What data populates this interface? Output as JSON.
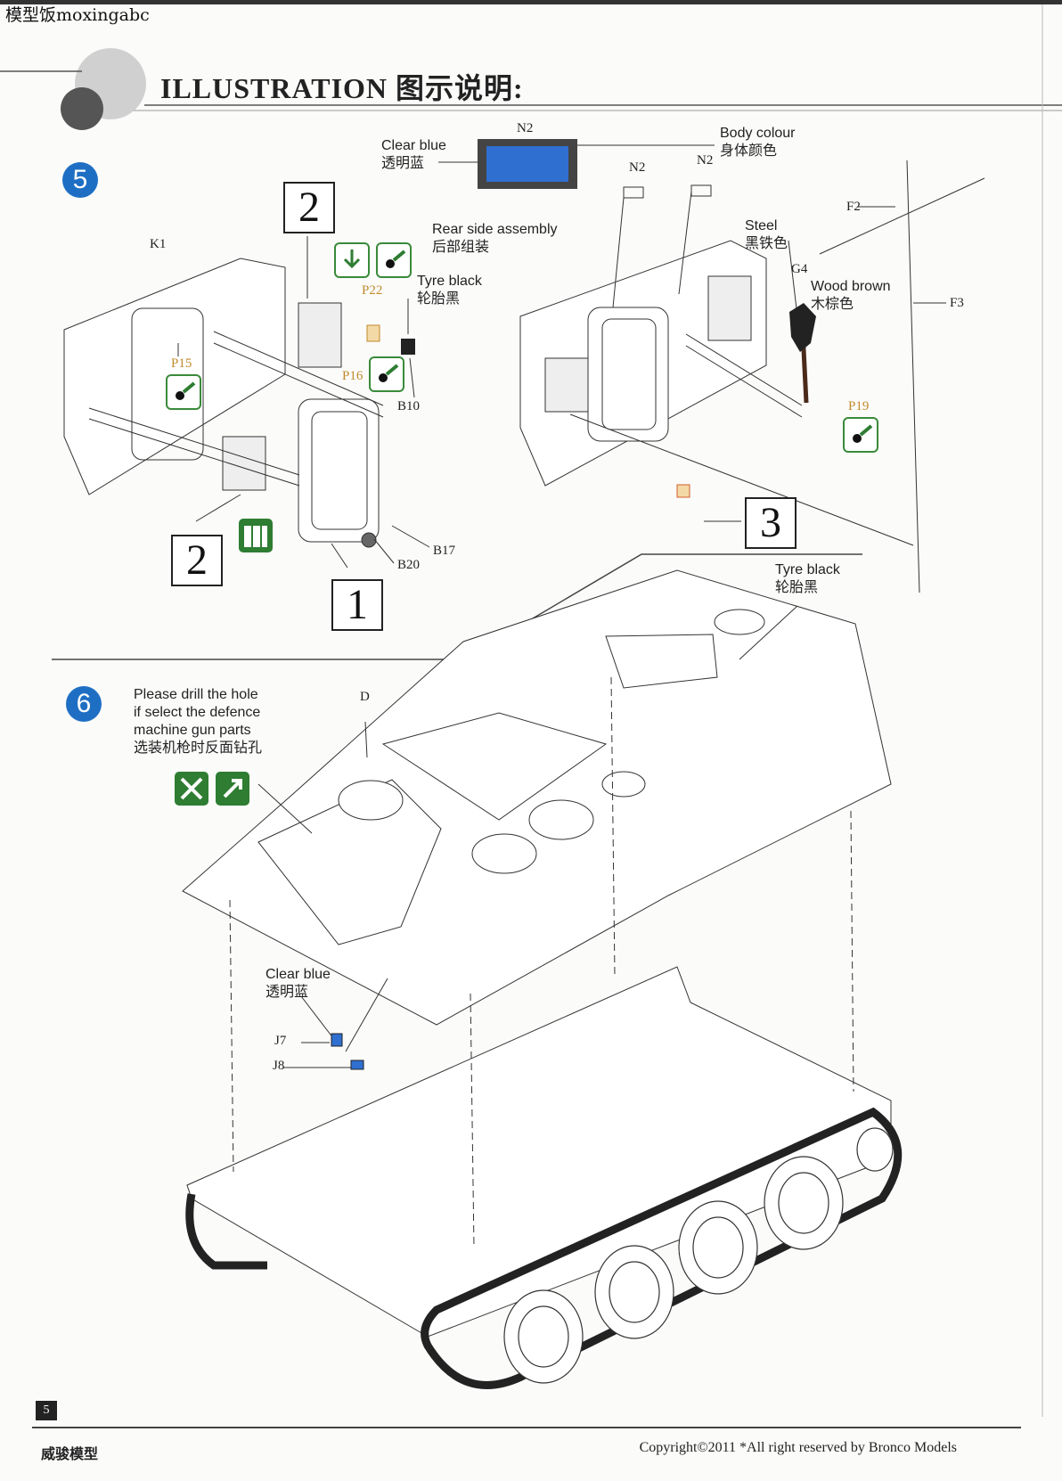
{
  "watermark": "模型饭moxingabc",
  "header": {
    "title": "ILLUSTRATION 图示说明:"
  },
  "step5": {
    "number": "5",
    "callouts": {
      "box_2_top": "2",
      "box_2_bottom": "2",
      "box_1": "1",
      "box_3": "3"
    },
    "labels": {
      "clear_blue": "Clear blue",
      "clear_blue_cn": "透明蓝",
      "body_colour": "Body colour",
      "body_colour_cn": "身体颜色",
      "rear_side": "Rear side assembly",
      "rear_side_cn": "后部组装",
      "tyre_black": "Tyre black",
      "tyre_black_cn": "轮胎黑",
      "steel": "Steel",
      "steel_cn": "黑铁色",
      "wood_brown": "Wood brown",
      "wood_brown_cn": "木棕色"
    },
    "parts": {
      "n2_a": "N2",
      "n2_b": "N2",
      "n2_c": "N2",
      "k1": "K1",
      "f2": "F2",
      "f3": "F3",
      "g4": "G4",
      "p22": "P22",
      "p15": "P15",
      "p16": "P16",
      "p19": "P19",
      "b10": "B10",
      "b17": "B17",
      "b20": "B20"
    }
  },
  "step6": {
    "number": "6",
    "note_line1": "Please drill the hole",
    "note_line2": "if select the defence",
    "note_line3": "machine gun parts",
    "note_cn": "选装机枪时反面钻孔",
    "labels": {
      "tyre_black": "Tyre black",
      "tyre_black_cn": "轮胎黑",
      "clear_blue": "Clear blue",
      "clear_blue_cn": "透明蓝"
    },
    "parts": {
      "d": "D",
      "j7": "J7",
      "j8": "J8"
    }
  },
  "footer": {
    "page_number": "5",
    "brand_cn": "威骏模型",
    "copyright": "Copyright©2011 *All right reserved by Bronco Models"
  },
  "colors": {
    "step_badge": "#1e6fc4",
    "paint_green": "#2e7d32",
    "clear_blue": "#2f6fd0",
    "label_orange": "#c08a2a"
  }
}
